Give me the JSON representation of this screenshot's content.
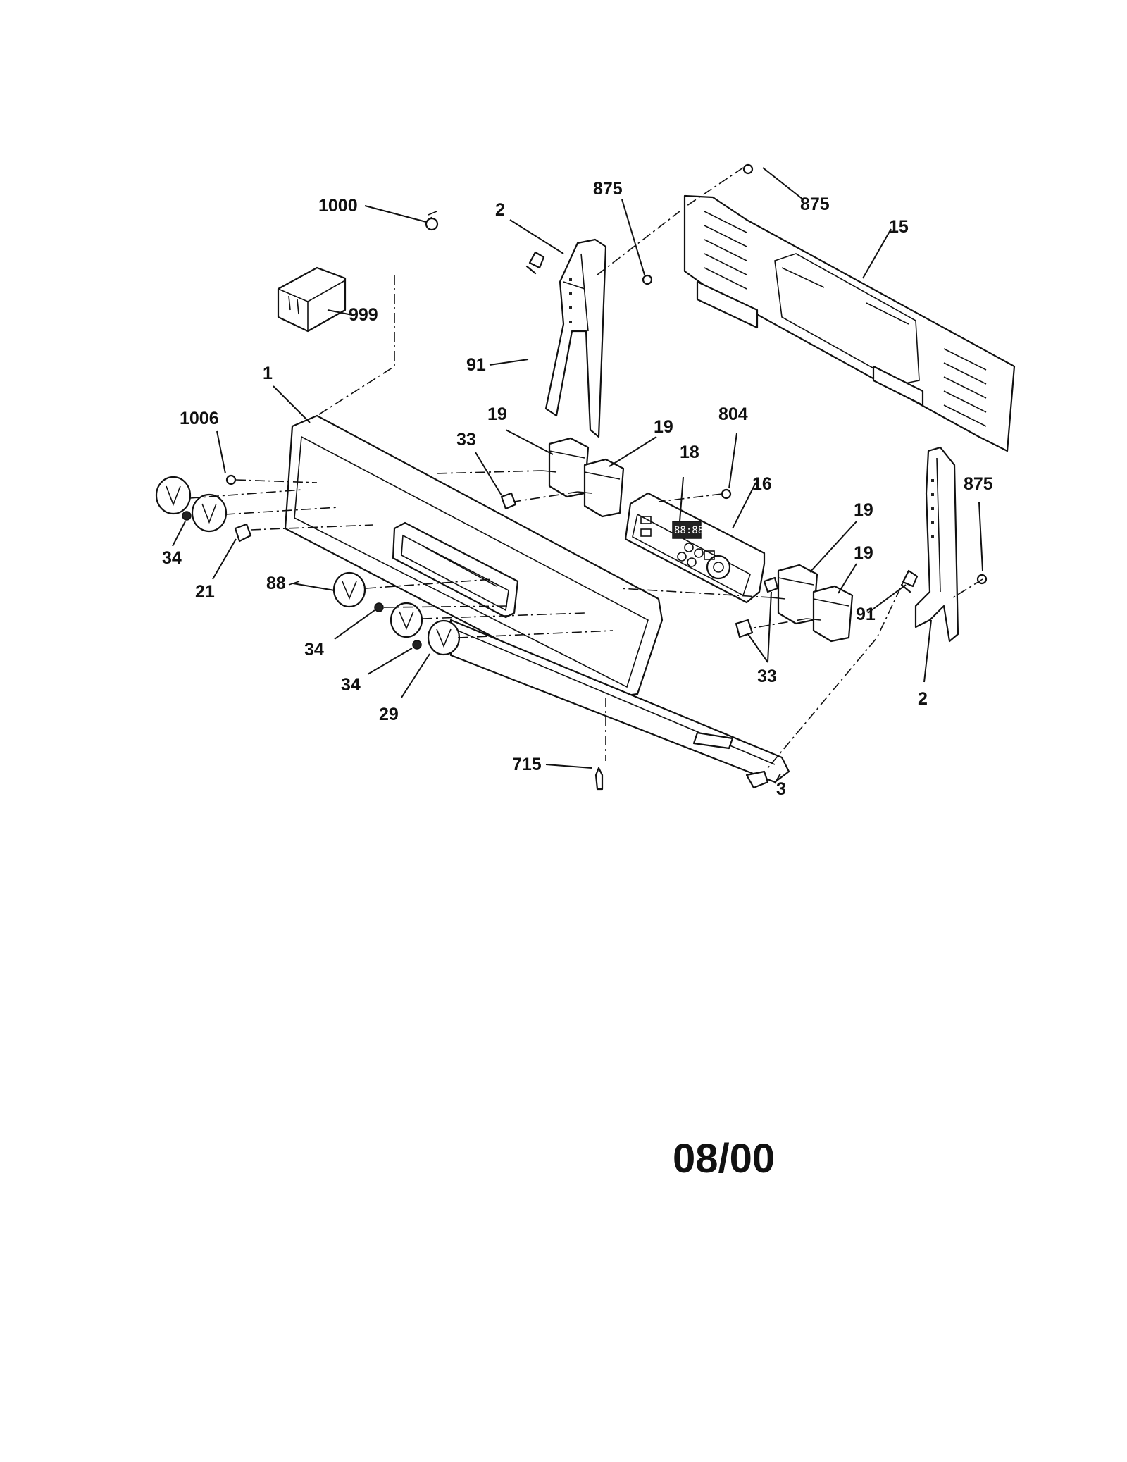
{
  "callouts": [
    {
      "id": "c1000",
      "text": "1000"
    },
    {
      "id": "c2a",
      "text": "2"
    },
    {
      "id": "c875a",
      "text": "875"
    },
    {
      "id": "c875b",
      "text": "875"
    },
    {
      "id": "c15",
      "text": "15"
    },
    {
      "id": "c999",
      "text": "999"
    },
    {
      "id": "c91a",
      "text": "91"
    },
    {
      "id": "c1",
      "text": "1"
    },
    {
      "id": "c1006",
      "text": "1006"
    },
    {
      "id": "c19a",
      "text": "19"
    },
    {
      "id": "c19b",
      "text": "19"
    },
    {
      "id": "c804",
      "text": "804"
    },
    {
      "id": "c33a",
      "text": "33"
    },
    {
      "id": "c18",
      "text": "18"
    },
    {
      "id": "c16",
      "text": "16"
    },
    {
      "id": "c875c",
      "text": "875"
    },
    {
      "id": "c19c",
      "text": "19"
    },
    {
      "id": "c19d",
      "text": "19"
    },
    {
      "id": "c34a",
      "text": "34"
    },
    {
      "id": "c21",
      "text": "21"
    },
    {
      "id": "c88",
      "text": "88"
    },
    {
      "id": "c34b",
      "text": "34"
    },
    {
      "id": "c34c",
      "text": "34"
    },
    {
      "id": "c29",
      "text": "29"
    },
    {
      "id": "c91b",
      "text": "91"
    },
    {
      "id": "c33b",
      "text": "33"
    },
    {
      "id": "c2b",
      "text": "2"
    },
    {
      "id": "c715",
      "text": "715"
    },
    {
      "id": "c3",
      "text": "3"
    }
  ],
  "display_readout": "88:88",
  "date_stamp": "08/00"
}
